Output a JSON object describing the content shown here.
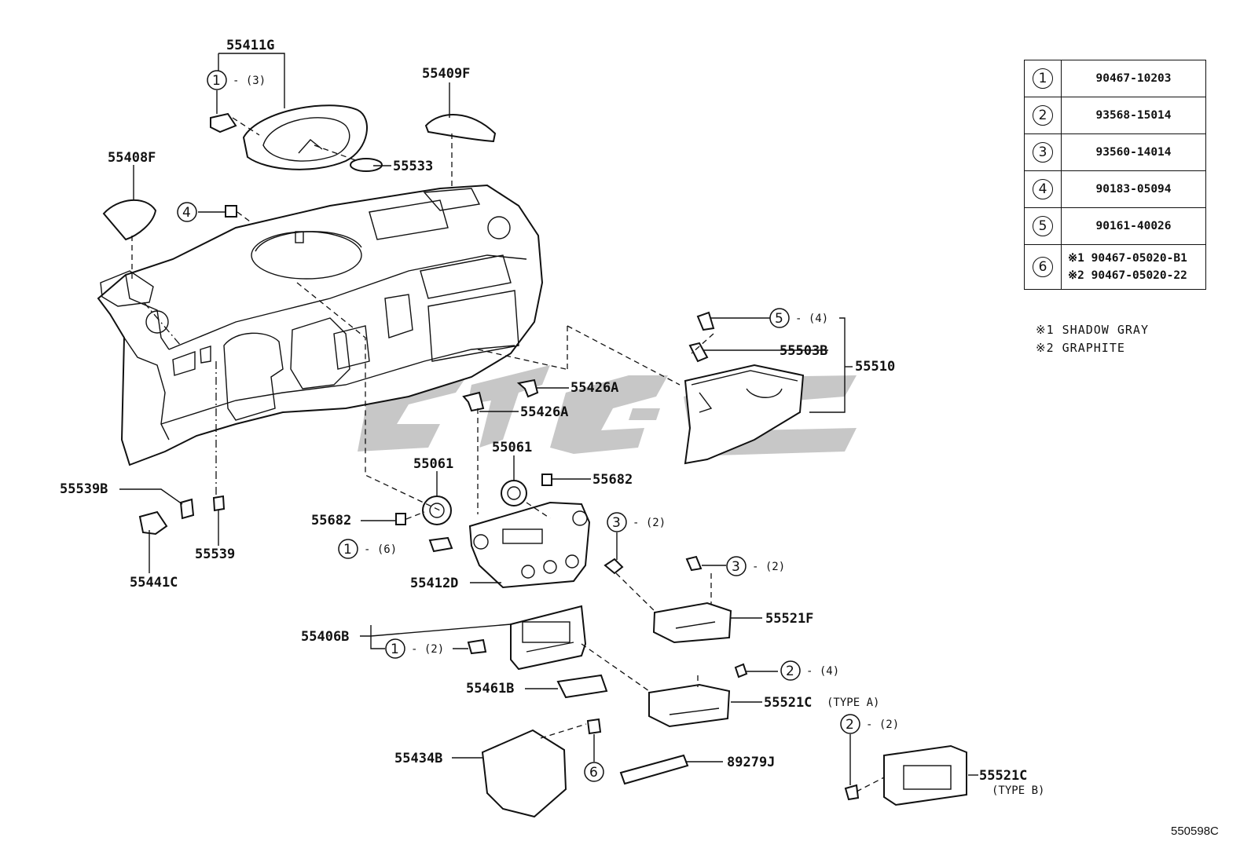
{
  "labels": {
    "p55411G": "55411G",
    "p55409F": "55409F",
    "p55533": "55533",
    "p55408F": "55408F",
    "p55510": "55510",
    "p55503B": "55503B",
    "p55426A_1": "55426A",
    "p55426A_2": "55426A",
    "p55061_1": "55061",
    "p55061_2": "55061",
    "p55682_1": "55682",
    "p55682_2": "55682",
    "p55539B": "55539B",
    "p55539": "55539",
    "p55441C": "55441C",
    "p55412D": "55412D",
    "p55521F": "55521F",
    "p55406B": "55406B",
    "p55461B": "55461B",
    "p55521C_a": "55521C",
    "type_a": "(TYPE A)",
    "p55434B": "55434B",
    "p89279J": "89279J",
    "p55521C_b": "55521C",
    "type_b": "(TYPE B)"
  },
  "callouts": {
    "c1_top": {
      "num": "1",
      "qty": "- (3)"
    },
    "c4_top": {
      "num": "4"
    },
    "c5": {
      "num": "5",
      "qty": "- (4)"
    },
    "c3_mid": {
      "num": "3",
      "qty": "- (2)"
    },
    "c3_right": {
      "num": "3",
      "qty": "- (2)"
    },
    "c1_mid": {
      "num": "1",
      "qty": "- (6)"
    },
    "c1_low": {
      "num": "1",
      "qty": "- (2)"
    },
    "c2_mid": {
      "num": "2",
      "qty": "- (4)"
    },
    "c2_low": {
      "num": "2",
      "qty": "- (2)"
    },
    "c6": {
      "num": "6"
    }
  },
  "legend": {
    "rows": [
      {
        "num": "1",
        "part": "90467-10203"
      },
      {
        "num": "2",
        "part": "93568-15014"
      },
      {
        "num": "3",
        "part": "93560-14014"
      },
      {
        "num": "4",
        "part": "90183-05094"
      },
      {
        "num": "5",
        "part": "90161-40026"
      }
    ],
    "row6": {
      "num": "6",
      "line1": "※1 90467-05020-B1",
      "line2": "※2 90467-05020-22"
    }
  },
  "notes": {
    "n1": "※1  SHADOW GRAY",
    "n2": "※2  GRAPHITE"
  },
  "diagram_code": "550598C",
  "colors": {
    "ink": "#111111",
    "watermark": "#bdbdbd",
    "background": "#ffffff"
  }
}
